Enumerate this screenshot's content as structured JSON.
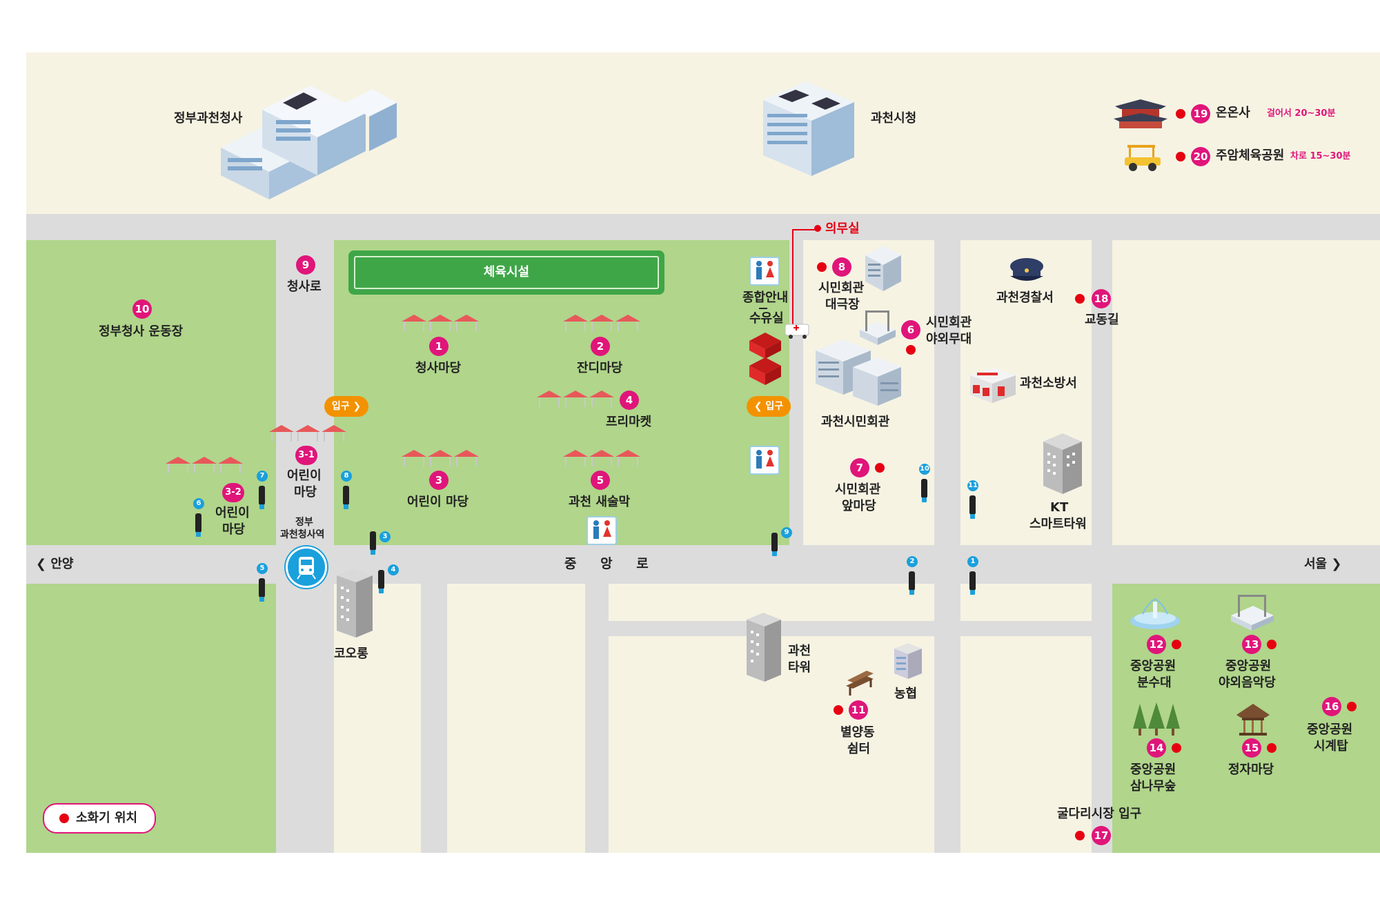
{
  "north": {
    "gov_complex": "정부과천청사",
    "city_hall": "과천시청"
  },
  "legend_top": [
    {
      "num": "19",
      "name": "온온사",
      "note": "걸어서 20~30분"
    },
    {
      "num": "20",
      "name": "주암체육공원",
      "note": "차로 15~30분"
    }
  ],
  "infirmary": "의무실",
  "sports": "체육시설",
  "numbered": {
    "n1": {
      "num": "1",
      "label": "청사마당"
    },
    "n2": {
      "num": "2",
      "label": "잔디마당"
    },
    "n3": {
      "num": "3",
      "label": "어린이 마당"
    },
    "n4": {
      "num": "4",
      "label": "프리마켓"
    },
    "n5": {
      "num": "5",
      "label": "과천 새술막"
    },
    "n31": {
      "num": "3-1",
      "label1": "어린이",
      "label2": "마당"
    },
    "n32": {
      "num": "3-2",
      "label1": "어린이",
      "label2": "마당"
    },
    "n6": {
      "num": "6",
      "label1": "시민회관",
      "label2": "야외무대"
    },
    "n7": {
      "num": "7",
      "label1": "시민회관",
      "label2": "앞마당"
    },
    "n8": {
      "num": "8",
      "label1": "시민회관",
      "label2": "대극장"
    },
    "n9": {
      "num": "9",
      "label": "청사로"
    },
    "n10": {
      "num": "10",
      "label": "정부청사 운동장"
    },
    "n11": {
      "num": "11",
      "label1": "별양동",
      "label2": "쉼터"
    },
    "n12": {
      "num": "12",
      "label1": "중앙공원",
      "label2": "분수대"
    },
    "n13": {
      "num": "13",
      "label1": "중앙공원",
      "label2": "야외음악당"
    },
    "n14": {
      "num": "14",
      "label1": "중앙공원",
      "label2": "삼나무숲"
    },
    "n15": {
      "num": "15",
      "label": "정자마당"
    },
    "n16": {
      "num": "16",
      "label1": "중앙공원",
      "label2": "시계탑"
    },
    "n17": {
      "num": "17",
      "label": "굴다리시장 입구"
    },
    "n18": {
      "num": "18",
      "label": "교동길"
    }
  },
  "places": {
    "info_center": "종합안내",
    "nursing": "수유실",
    "civic_hall": "과천시민회관",
    "police": "과천경찰서",
    "fire": "과천소방서",
    "kt1": "KT",
    "kt2": "스마트타워",
    "station1": "정부",
    "station2": "과천청사역",
    "kolon": "코오롱",
    "tower1": "과천",
    "tower2": "타워",
    "nonghyup": "농협"
  },
  "entrance": "입구",
  "road": {
    "main": "중 앙 로",
    "west": "안양",
    "east": "서울"
  },
  "extinguishers": [
    "1",
    "2",
    "3",
    "4",
    "5",
    "6",
    "7",
    "8",
    "9",
    "10",
    "11"
  ],
  "legend_box": "소화기 위치",
  "colors": {
    "pink": "#e0157a",
    "red": "#e60012",
    "green_park": "#b0d58b",
    "cream": "#f6f3e3",
    "road": "#dcdcdc",
    "sports_green": "#3fa648",
    "entrance_orange": "#f39200",
    "extinguisher_blue": "#1aa0dc"
  }
}
